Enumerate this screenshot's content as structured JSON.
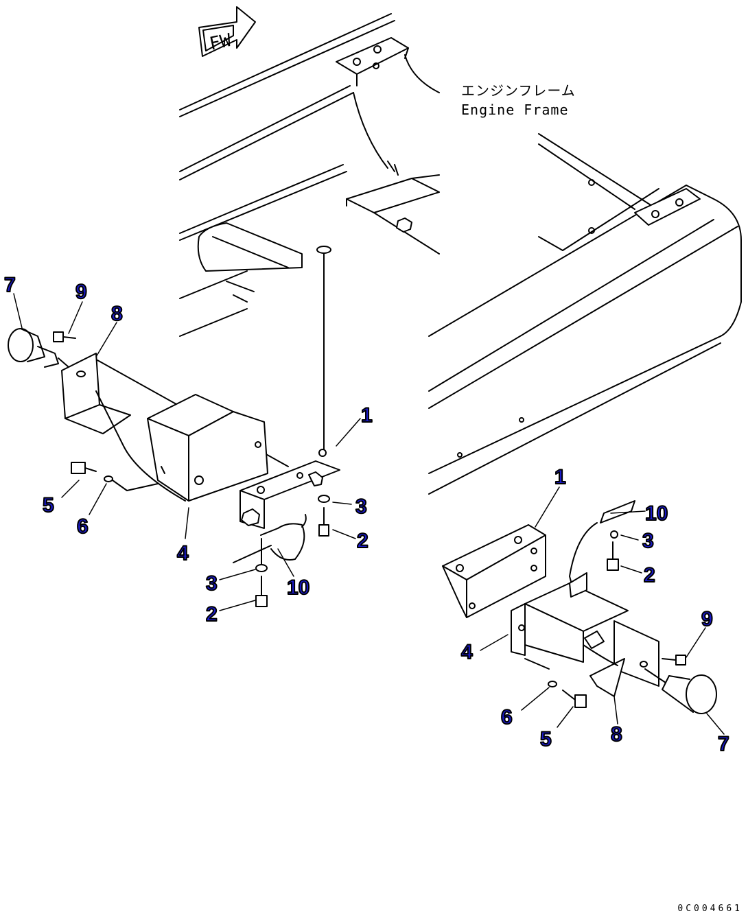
{
  "diagram": {
    "fw_arrow_label": "FW",
    "engine_frame_label_jp": "エンジンフレーム",
    "engine_frame_label_en": "Engine Frame",
    "drawing_code": "0C004661",
    "callouts": {
      "left": [
        "7",
        "9",
        "8",
        "1",
        "5",
        "6",
        "4",
        "3",
        "2",
        "10",
        "3",
        "2"
      ],
      "right": [
        "1",
        "10",
        "3",
        "2",
        "4",
        "9",
        "6",
        "5",
        "8",
        "7"
      ]
    }
  }
}
